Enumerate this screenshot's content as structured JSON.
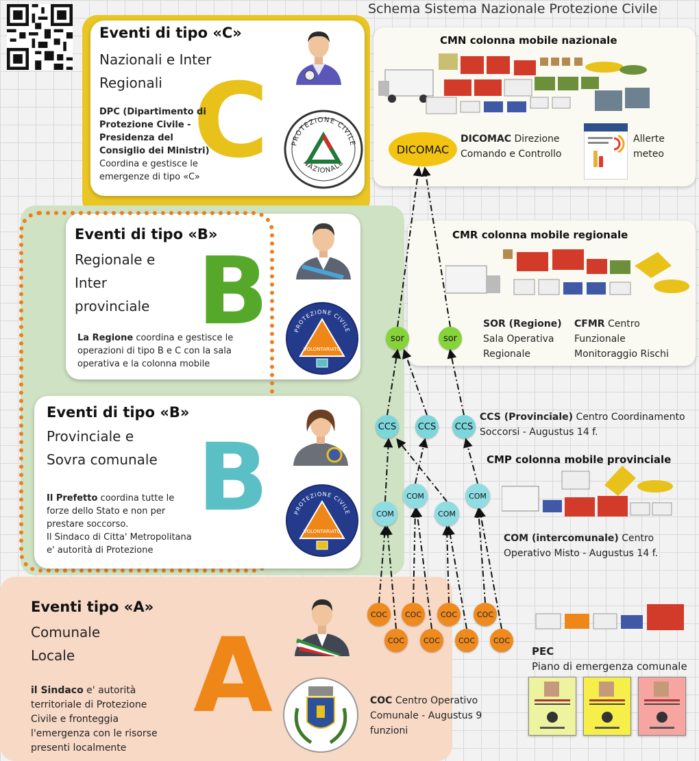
{
  "page_title": "Schema Sistema Nazionale Protezione Civile",
  "level_c": {
    "title": "Eventi di tipo «C»",
    "subtitle_lines": [
      "Nazionali e Inter",
      "Regionali"
    ],
    "letter": "C",
    "desc_bold_lines": [
      "DPC (Dipartimento di",
      "Protezione Civile -",
      "Presidenza del",
      "Consiglio dei Ministri)"
    ],
    "desc_lines": [
      "Coordina e gestisce le",
      "emergenze di tipo «C»"
    ],
    "seal_top": "PROTEZIONE CIVILE",
    "seal_bottom": "NAZIONALE",
    "resource_title": "CMN colonna mobile  nazionale",
    "dicomac_node": "DICOMAC",
    "dicomac_bold": "DICOMAC",
    "dicomac_rest": " Direzione",
    "dicomac_line2": "Comando e Controllo",
    "allerte_lines": [
      "Allerte",
      "meteo"
    ]
  },
  "level_b_reg": {
    "title": "Eventi di tipo «B»",
    "subtitle_lines": [
      "Regionale e",
      "Inter",
      "provinciale"
    ],
    "letter": "B",
    "desc_bold": "La Regione",
    "desc_rest1": " coordina e gestisce le",
    "desc_lines": [
      "operazioni di tipo B e C con la sala",
      "operativa e la colonna mobile"
    ],
    "seal_top": "PROTEZIONE CIVILE",
    "seal_bottom": "VOLONTARIATO",
    "resource_title": "CMR colonna mobile  regionale",
    "sor_bold": "SOR (Regione)",
    "sor_lines": [
      "Sala Operativa",
      "Regionale"
    ],
    "cfmr_bold": "CFMR",
    "cfmr_rest": " Centro",
    "cfmr_lines": [
      "Funzionale",
      "Monitoraggio Rischi"
    ]
  },
  "level_b_prov": {
    "title": "Eventi di tipo «B»",
    "subtitle_lines": [
      "Provinciale e",
      "Sovra comunale"
    ],
    "letter": "B",
    "desc_bold": "Il Prefetto",
    "desc_rest1": "  coordina tutte le",
    "desc_lines": [
      "forze dello Stato e non per",
      "prestare soccorso.",
      "Il Sindaco di Citta' Metropolitana",
      "e' autorità di Protezione"
    ],
    "seal_top": "PROTEZIONE CIVILE",
    "seal_bottom": "VOLONTARIATO",
    "ccs_bold": "CCS (Provinciale)",
    "ccs_rest": " Centro Coordinamento",
    "ccs_line2": "Soccorsi - Augustus 14 f.",
    "resource_title": "CMP colonna mobile provinciale",
    "com_bold": "COM (intercomunale)",
    "com_rest": " Centro",
    "com_line2": "Operativo Misto - Augustus 14 f."
  },
  "level_a": {
    "title": "Eventi tipo «A»",
    "subtitle_lines": [
      "Comunale",
      "Locale"
    ],
    "letter": "A",
    "desc_bold": "il Sindaco",
    "desc_rest1": " e' autorità",
    "desc_lines": [
      "territoriale di Protezione",
      "Civile  e fronteggia",
      "l'emergenza  con le risorse",
      "presenti localmente"
    ],
    "coc_bold": "COC",
    "coc_rest": " Centro Operativo",
    "coc_lines": [
      "Comunale - Augustus 9",
      "funzioni"
    ],
    "pec_bold": "PEC",
    "pec_line2": "Piano di emergenza comunale"
  },
  "nodes": {
    "sor": [
      "sor",
      "sor"
    ],
    "ccs": [
      "CCS",
      "CCS",
      "CCS"
    ],
    "com": [
      "COM",
      "COM",
      "COM",
      "COM"
    ],
    "coc": [
      "COC",
      "COC",
      "COC",
      "COC",
      "COC",
      "COC",
      "COC",
      "COC"
    ]
  },
  "colors": {
    "letter_c": "#e8c21a",
    "letter_b_reg": "#56a82a",
    "letter_b_prov": "#5bbfc6",
    "letter_a": "#ef8718",
    "dicomac": "#f2c311",
    "sor": "#86d33a",
    "ccs": "#7dd6dc",
    "coc": "#ef8a1f",
    "dotted_frame": "#ee7d1c",
    "pec_docs": [
      "#eef3a0",
      "#f6ef4a",
      "#f6a5a0"
    ]
  },
  "icons": [
    "qr-code-icon",
    "official-avatar-icon",
    "governor-avatar-icon",
    "prefect-avatar-icon",
    "mayor-avatar-icon",
    "protezione-civile-nazionale-seal-icon",
    "protezione-civile-volontariato-seal-icon",
    "municipal-crest-icon",
    "vehicles-icon",
    "weather-bulletin-icon",
    "pec-document-icon"
  ]
}
